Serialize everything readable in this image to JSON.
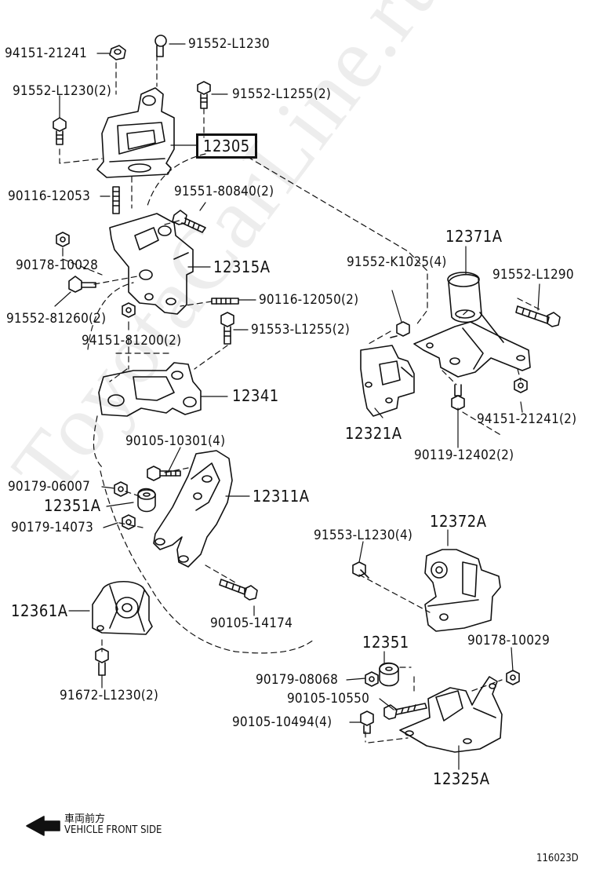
{
  "watermark": "ToyotaCarLine.ru",
  "labels": {
    "p94151_21241_top": "94151-21241",
    "p91552_L1230_top": "91552-L1230",
    "p91552_L1230_2": "91552-L1230(2)",
    "p91552_L1255_2": "91552-L1255(2)",
    "p12305": "12305",
    "p90116_12053": "90116-12053",
    "p91551_80840_2": "91551-80840(2)",
    "p90178_10028": "90178-10028",
    "p12315A": "12315A",
    "p91552_81260_2": "91552-81260(2)",
    "p90116_12050_2": "90116-12050(2)",
    "p94151_81200_2": "94151-81200(2)",
    "p91553_L1255_2": "91553-L1255(2)",
    "p12341": "12341",
    "p12371A": "12371A",
    "p91552_K1025_4": "91552-K1025(4)",
    "p91552_L1290": "91552-L1290",
    "p12321A": "12321A",
    "p94151_21241_2": "94151-21241(2)",
    "p90119_12402_2": "90119-12402(2)",
    "p90105_10301_4": "90105-10301(4)",
    "p90179_06007": "90179-06007",
    "p12351A": "12351A",
    "p12311A": "12311A",
    "p90179_14073": "90179-14073",
    "p12372A": "12372A",
    "p91553_L1230_4": "91553-L1230(4)",
    "p12361A": "12361A",
    "p90105_14174": "90105-14174",
    "p12351": "12351",
    "p90178_10029": "90178-10029",
    "p90179_08068": "90179-08068",
    "p90105_10550": "90105-10550",
    "p90105_10494_4": "90105-10494(4)",
    "p91672_L1230_2": "91672-L1230(2)",
    "p12325A": "12325A"
  },
  "footer": {
    "arrow_jp": "車両前方",
    "arrow_en": "VEHICLE FRONT SIDE",
    "diagram_id": "116023D"
  },
  "colors": {
    "line": "#111111",
    "background": "#ffffff"
  }
}
